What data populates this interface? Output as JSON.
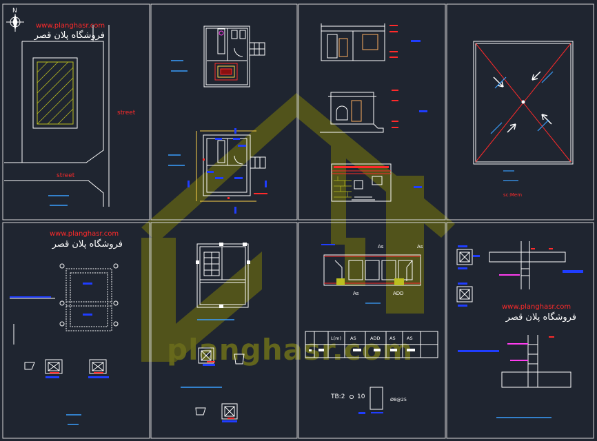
{
  "colors": {
    "background": "#1f2530",
    "frame": "#d8d8d8",
    "drawing": "#ffffff",
    "dimension_red": "#ff2a2a",
    "annotation_blue": "#1f3dff",
    "text_cyan": "#3aa0ff",
    "accent_magenta": "#ff3df0",
    "watermark_olive": "#bcbf20"
  },
  "brand": {
    "url": "www.planghasr.com",
    "name": "فروشگاه پلان قصر",
    "watermark_text": "planghasr.com"
  },
  "compass": {
    "north_label": "N"
  },
  "site_plan": {
    "street_right": "street",
    "street_bottom": "street"
  },
  "beam_section": {
    "label_left": "As",
    "label_right": "As",
    "label_add": "ADD",
    "label_bottom": "As"
  },
  "table": {
    "headers": [
      "L(m)",
      "AS",
      "ADD",
      "AS",
      "AS"
    ]
  },
  "reinforcement": {
    "label": "TB:2",
    "spacing": "10",
    "bar_spec": "Ø8@25"
  },
  "title_block": {
    "red_label": "sc:Mem"
  },
  "icons": [
    "compass-rose-icon",
    "house-logo-watermark-icon"
  ]
}
